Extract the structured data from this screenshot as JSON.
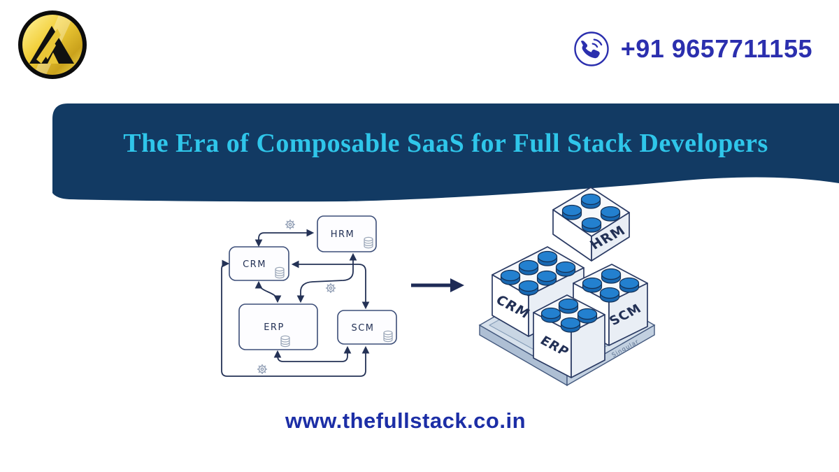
{
  "header": {
    "phone": "+91 9657711155"
  },
  "banner": {
    "title": "The Era of Composable SaaS for Full Stack Developers"
  },
  "flow_diagram": {
    "modules": {
      "hrm": "HRM",
      "crm": "CRM",
      "erp": "ERP",
      "scm": "SCM"
    }
  },
  "blocks_illustration": {
    "bricks": {
      "hrm": "HRM",
      "crm": "CRM",
      "erp": "ERP",
      "scm": "SCM"
    },
    "base_label": "Singular"
  },
  "footer": {
    "website": "www.thefullstack.co.in"
  },
  "colors": {
    "banner_navy": "#123a63",
    "title_cyan": "#2fc6ea",
    "phone_indigo": "#2b2fae",
    "website_blue": "#1c2ea6",
    "diagram_navy": "#243256",
    "stud_blue": "#2380cf",
    "logo_gold": "#f2cf3a"
  }
}
